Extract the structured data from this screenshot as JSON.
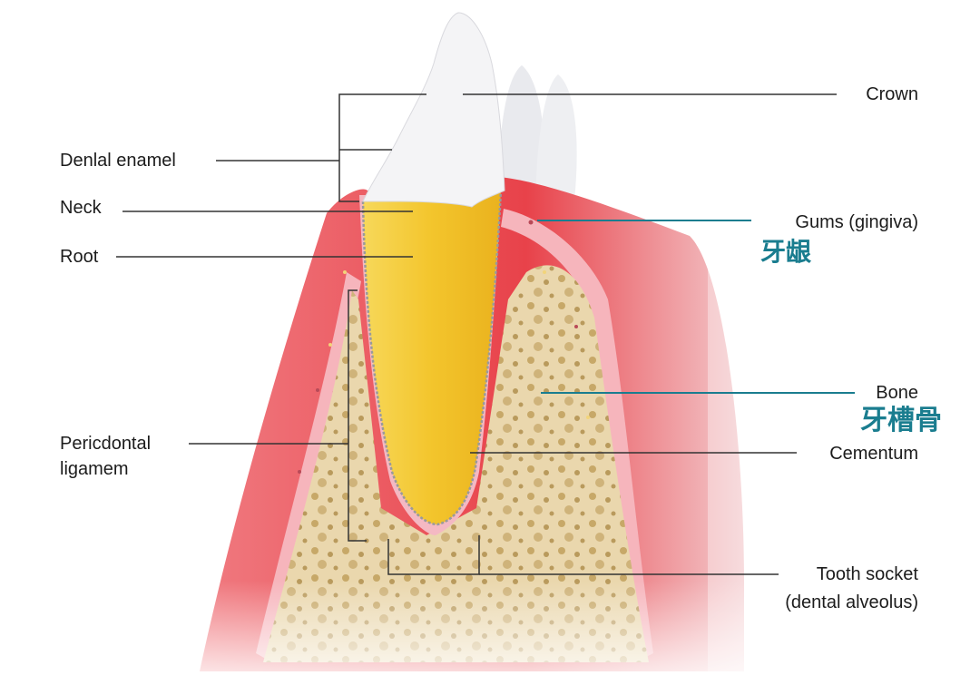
{
  "labels": {
    "crown": "Crown",
    "dental_enamel": "Denlal enamel",
    "neck": "Neck",
    "root": "Root",
    "gums": "Gums (gingiva)",
    "gums_zh": "牙龈",
    "bone": "Bone",
    "bone_zh": "牙槽骨",
    "periodontal_line1": "Pericdontal",
    "periodontal_line2": "ligamem",
    "cementum": "Cementum",
    "tooth_socket_line1": "Tooth socket",
    "tooth_socket_line2": "(dental alveolus)"
  },
  "colors": {
    "gum": "#e8424a",
    "gum_light": "#f6b5bc",
    "bone": "#e9d5a8",
    "bone_spot": "#b99a5c",
    "dentin": "#f2c933",
    "enamel": "#f4f4f6",
    "accent_teal": "#1a7d8f",
    "leader": "#333333"
  }
}
